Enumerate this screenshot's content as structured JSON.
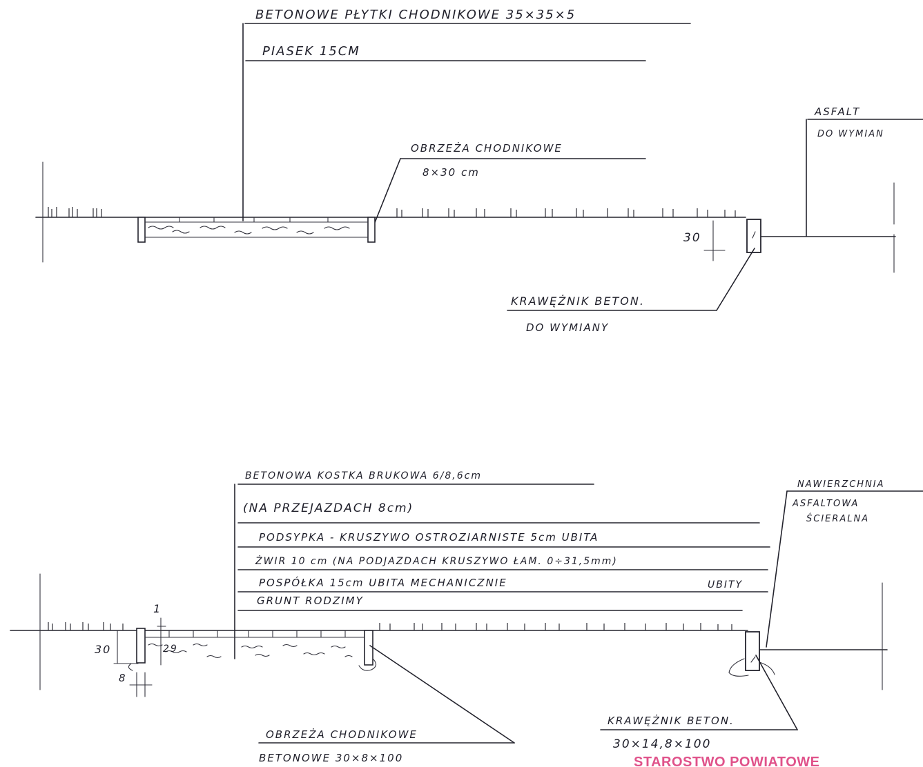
{
  "section_top": {
    "label_pavers": "BETONOWE PŁYTKI CHODNIKOWE 35×35×5",
    "label_sand": "PIASEK 15CM",
    "label_asphalt": "ASFALT",
    "label_asphalt_note": "DO WYMIAN",
    "label_edging": "OBRZEŻA CHODNIKOWE",
    "label_edging_size": "8×30 cm",
    "dim_curb_height": "30",
    "label_curb": "KRAWĘŻNIK BETON.",
    "label_curb_note": "DO WYMIANY"
  },
  "section_bottom": {
    "label_cobble": "BETONOWA KOSTKA BRUKOWA 6/8,6cm",
    "label_cobble_note": "(NA PRZEJAZDACH 8cm)",
    "label_bedding": "PODSYPKA - KRUSZYWO OSTROZIARNISTE 5cm UBITA",
    "label_gravel": "ŻWIR 10 cm (NA PODJAZDACH KRUSZYWO ŁAM. 0÷31,5mm)",
    "label_gravel_note": "UBITY",
    "label_mix": "POSPÓŁKA 15cm UBITA MECHANICZNIE",
    "label_native_soil": "GRUNT RODZIMY",
    "label_surface": "NAWIERZCHNIA",
    "label_surface_2": "ASFALTOWA",
    "label_surface_3": "ŚCIERALNA",
    "dim_1": "1",
    "dim_30": "30",
    "dim_29": "29",
    "dim_8": "8",
    "label_edging": "OBRZEŻA CHODNIKOWE",
    "label_edging_size": "BETONOWE 30×8×100",
    "label_curb": "KRAWĘŻNIK BETON.",
    "label_curb_size": "30×14,8×100"
  },
  "stamp": {
    "text": "STAROSTWO POWIATOWE",
    "color": "#e0528a"
  }
}
